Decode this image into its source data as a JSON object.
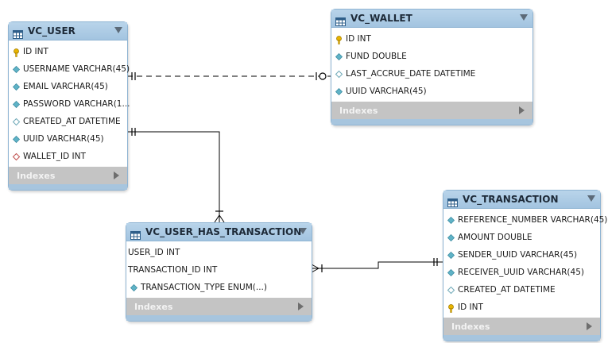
{
  "tables": {
    "vc_user": {
      "title": "VC_USER",
      "columns": [
        {
          "label": "ID INT",
          "marker": "key"
        },
        {
          "label": "USERNAME VARCHAR(45)",
          "marker": "diamond-filled"
        },
        {
          "label": "EMAIL VARCHAR(45)",
          "marker": "diamond-filled"
        },
        {
          "label": "PASSWORD VARCHAR(1...",
          "marker": "diamond-filled"
        },
        {
          "label": "CREATED_AT DATETIME",
          "marker": "diamond-hollow"
        },
        {
          "label": "UUID VARCHAR(45)",
          "marker": "diamond-filled"
        },
        {
          "label": "WALLET_ID INT",
          "marker": "diamond-red"
        }
      ],
      "indexes_label": "Indexes"
    },
    "vc_wallet": {
      "title": "VC_WALLET",
      "columns": [
        {
          "label": "ID INT",
          "marker": "key"
        },
        {
          "label": "FUND DOUBLE",
          "marker": "diamond-filled"
        },
        {
          "label": "LAST_ACCRUE_DATE DATETIME",
          "marker": "diamond-hollow"
        },
        {
          "label": "UUID VARCHAR(45)",
          "marker": "diamond-filled"
        }
      ],
      "indexes_label": "Indexes"
    },
    "vc_user_has_transaction": {
      "title": "VC_USER_HAS_TRANSACTION",
      "columns": [
        {
          "label": "USER_ID INT",
          "marker": "none"
        },
        {
          "label": "TRANSACTION_ID INT",
          "marker": "none"
        },
        {
          "label": "TRANSACTION_TYPE ENUM(...)",
          "marker": "diamond-filled"
        }
      ],
      "indexes_label": "Indexes"
    },
    "vc_transaction": {
      "title": "VC_TRANSACTION",
      "columns": [
        {
          "label": "REFERENCE_NUMBER VARCHAR(45)",
          "marker": "diamond-filled"
        },
        {
          "label": "AMOUNT DOUBLE",
          "marker": "diamond-filled"
        },
        {
          "label": "SENDER_UUID VARCHAR(45)",
          "marker": "diamond-filled"
        },
        {
          "label": "RECEIVER_UUID VARCHAR(45)",
          "marker": "diamond-filled"
        },
        {
          "label": "CREATED_AT DATETIME",
          "marker": "diamond-hollow"
        },
        {
          "label": "ID INT",
          "marker": "key"
        }
      ],
      "indexes_label": "Indexes"
    }
  },
  "relationships": [
    {
      "from": "VC_USER",
      "to": "VC_WALLET",
      "style": "dashed",
      "from_end": "one-mandatory",
      "to_end": "zero-or-one"
    },
    {
      "from": "VC_USER",
      "to": "VC_USER_HAS_TRANSACTION",
      "style": "solid",
      "from_end": "one-mandatory",
      "to_end": "one-or-many"
    },
    {
      "from": "VC_TRANSACTION",
      "to": "VC_USER_HAS_TRANSACTION",
      "style": "solid",
      "from_end": "one-mandatory",
      "to_end": "one-or-many"
    }
  ],
  "colors": {
    "header": "#a3c4e0",
    "border": "#8fb4d3",
    "indexes_bar": "#c4c4c4",
    "key_icon": "#e8b400",
    "diamond_filled": "#5fb3c7",
    "diamond_red": "#c0504d",
    "connector": "#000000"
  }
}
